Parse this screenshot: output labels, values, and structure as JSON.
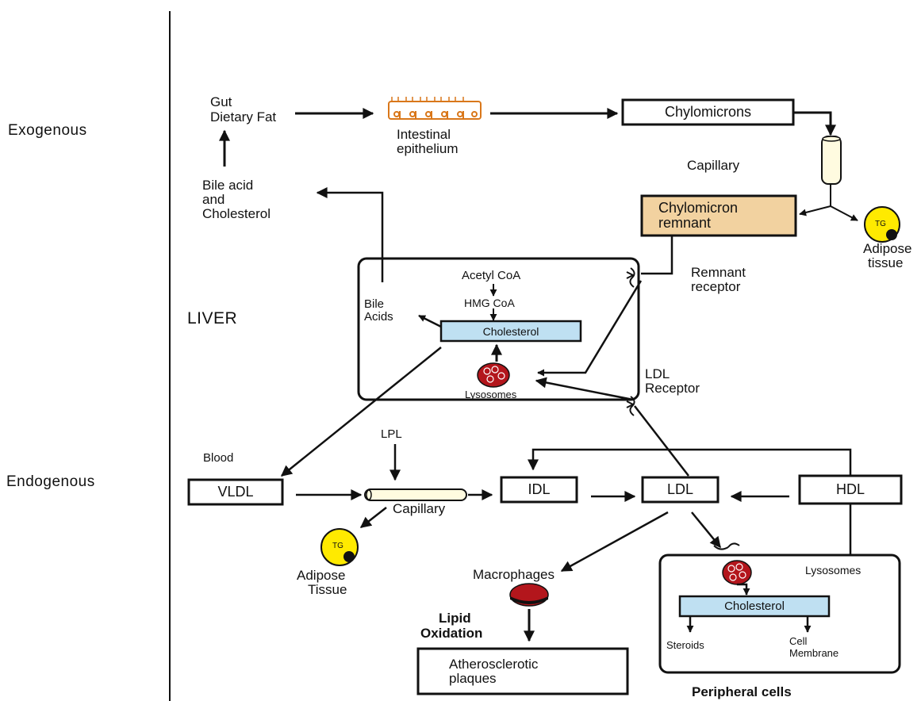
{
  "colors": {
    "line": "#111111",
    "cholesterol_fill": "#bfe0f2",
    "remnant_fill": "#f2d2a0",
    "adipose_fill": "#ffea00",
    "lysosome_fill": "#b3161c",
    "macrophage_fill": "#b3161c",
    "epithelium": "#d9771a",
    "capillary_fill": "#fffbe0"
  },
  "icons": [
    "intestinal-epithelium-icon",
    "capillary-tube-icon",
    "adipose-cell-icon",
    "lysosome-icon",
    "receptor-icon",
    "macrophage-icon"
  ],
  "sides": {
    "exogenous": "Exogenous",
    "endogenous": "Endogenous"
  },
  "exo": {
    "gut_line1": "Gut",
    "gut_line2": "Dietary Fat",
    "epithelium_line1": "Intestinal",
    "epithelium_line2": "epithelium",
    "chylomicrons": "Chylomicrons",
    "capillary": "Capillary",
    "remnant_line1": "Chylomicron",
    "remnant_line2": "remnant",
    "adipose_tg": "TG",
    "adipose_line1": "Adipose",
    "adipose_line2": "tissue",
    "remnant_receptor_line1": "Remnant",
    "remnant_receptor_line2": "receptor",
    "bile_line1": "Bile acid",
    "bile_line2": "and",
    "bile_line3": "Cholesterol"
  },
  "liver": {
    "title": "LIVER",
    "acetyl": "Acetyl CoA",
    "hmg": "HMG CoA",
    "bile_line1": "Bile",
    "bile_line2": "Acids",
    "cholesterol": "Cholesterol",
    "lysosomes": "Lysosomes",
    "ldl_receptor_line1": "LDL",
    "ldl_receptor_line2": "Receptor"
  },
  "endo": {
    "blood": "Blood",
    "lpl": "LPL",
    "vldl": "VLDL",
    "capillary": "Capillary",
    "idl": "IDL",
    "ldl": "LDL",
    "hdl": "HDL",
    "adipose_tg": "TG",
    "adipose_line1": "Adipose",
    "adipose_line2": "Tissue",
    "macrophages": "Macrophages",
    "lipid_line1": "Lipid",
    "lipid_line2": "Oxidation",
    "athero_line1": "Atherosclerotic",
    "athero_line2": "plaques"
  },
  "peripheral": {
    "lysosomes": "Lysosomes",
    "cholesterol": "Cholesterol",
    "steroids": "Steroids",
    "cell_line1": "Cell",
    "cell_line2": "Membrane",
    "title": "Peripheral cells"
  }
}
